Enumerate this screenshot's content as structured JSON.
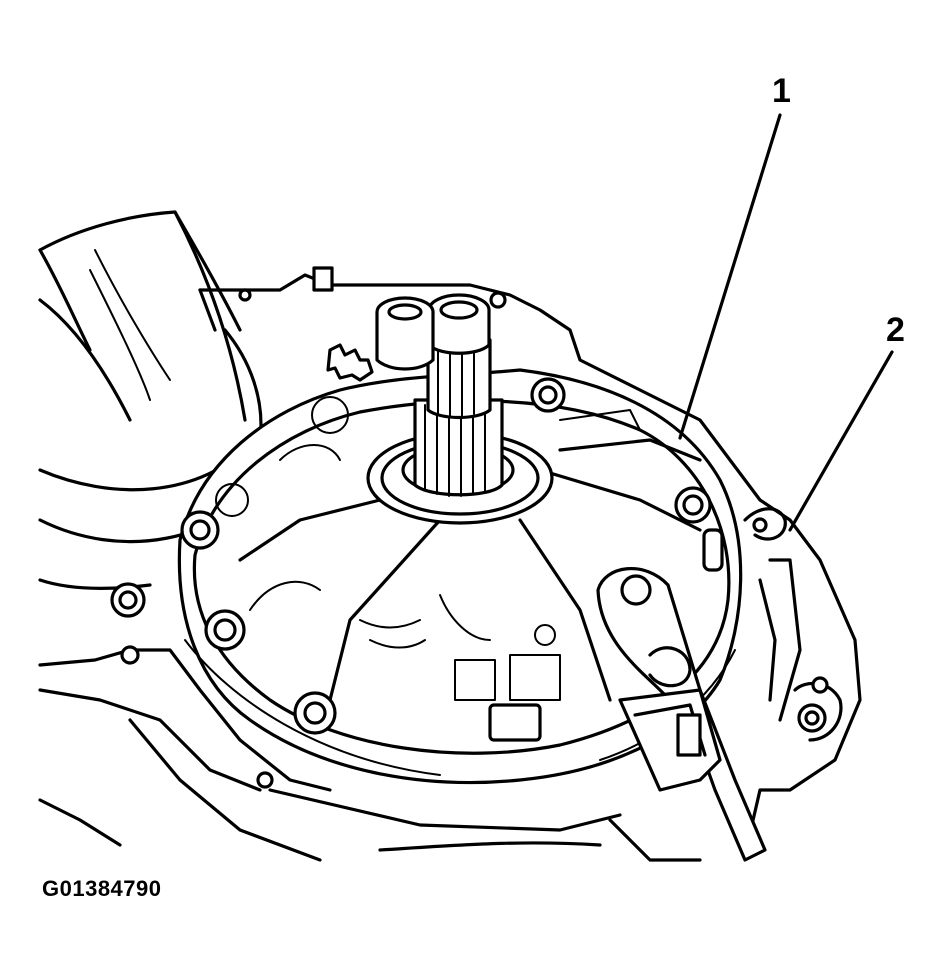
{
  "figure": {
    "callouts": [
      {
        "id": "1",
        "label": "1"
      },
      {
        "id": "2",
        "label": "2"
      }
    ],
    "figure_id": "G01384790"
  }
}
